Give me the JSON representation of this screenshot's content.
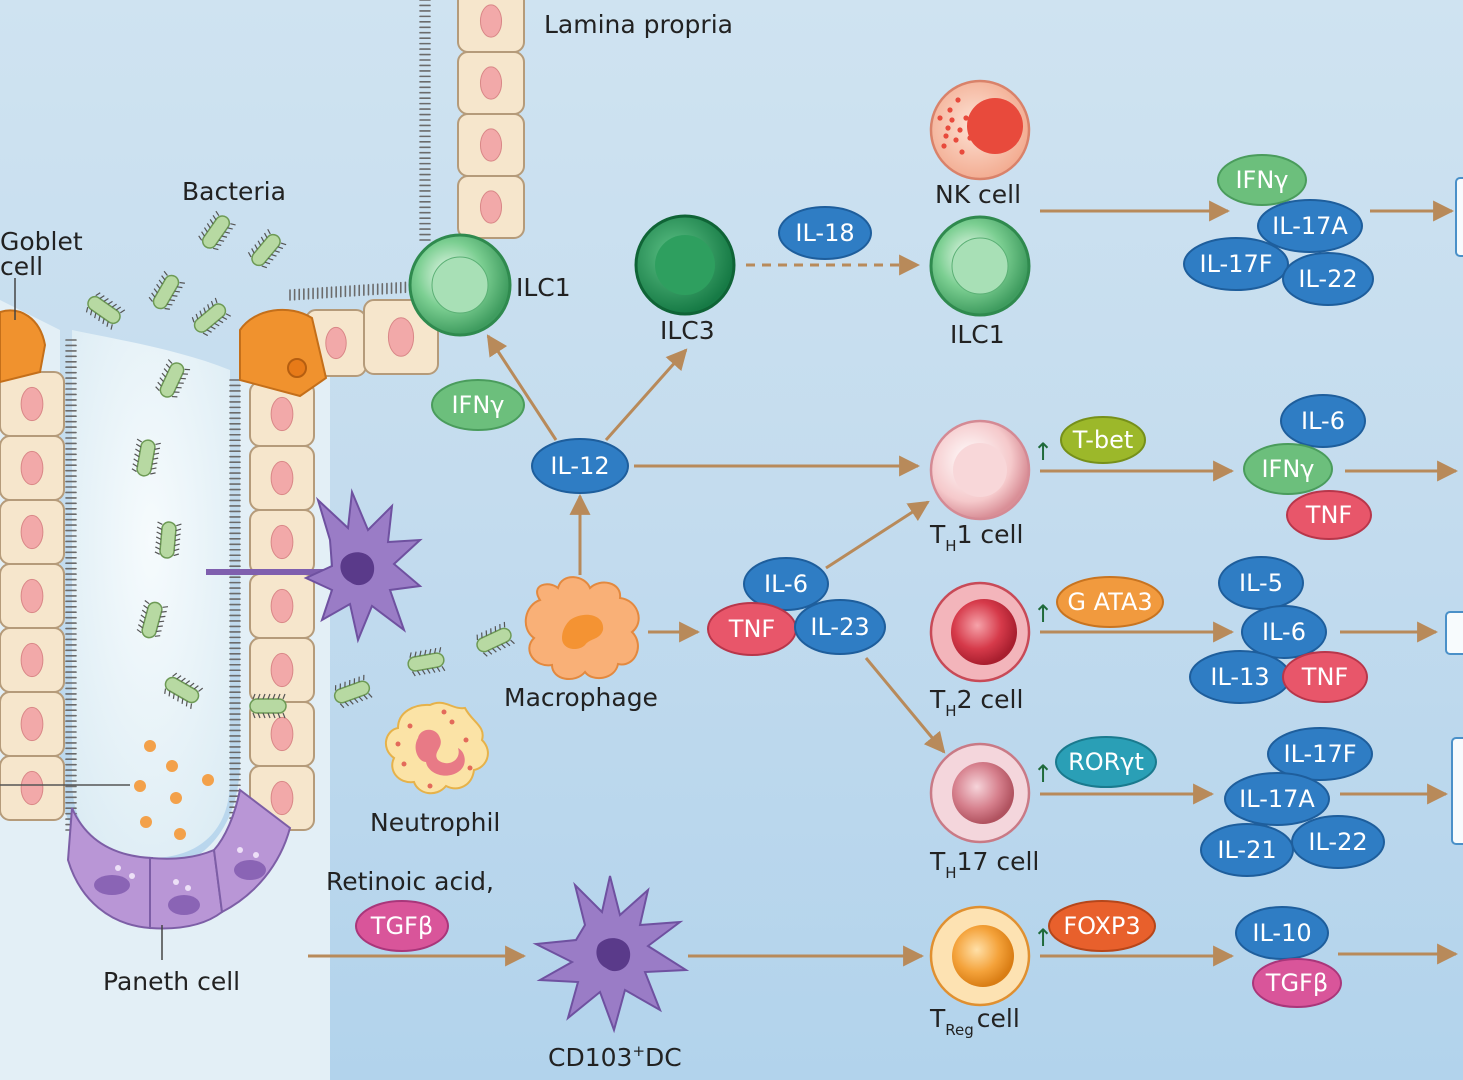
{
  "labels": {
    "lamina_propria": "Lamina propria",
    "bacteria": "Bacteria",
    "goblet_cell_line1": "Goblet",
    "goblet_cell_line2": "cell",
    "ilc1_top": "ILC1",
    "ilc3": "ILC3",
    "nk_cell": "NK cell",
    "ilc1_right": "ILC1",
    "macrophage": "Macrophage",
    "neutrophil": "Neutrophil",
    "retinoic_acid": "Retinoic acid,",
    "paneth_cell": "Paneth cell",
    "cd103_dc_pre": "CD103",
    "cd103_dc_sup": "+",
    "cd103_dc_post": "DC",
    "th1_T": "T",
    "th1_sub": "H",
    "th1_rest": "1 cell",
    "th2_T": "T",
    "th2_sub": "H",
    "th2_rest": "2 cell",
    "th17_T": "T",
    "th17_sub": "H",
    "th17_rest": "17 cell",
    "treg_T": "T",
    "treg_sub": "Reg",
    "treg_rest": "cell",
    "up_arrow": "↑"
  },
  "cytokines": {
    "il18": "IL-18",
    "ifng_left": "IFNγ",
    "il12": "IL-12",
    "il6_mid": "IL-6",
    "tnf_mid": "TNF",
    "il23": "IL-23",
    "tgfb_left": "TGFβ",
    "ifng_top": "IFNγ",
    "il17a_top": "IL-17A",
    "il17f_top": "IL-17F",
    "il22_top": "IL-22",
    "il6_th1": "IL-6",
    "ifng_th1": "IFNγ",
    "tnf_th1": "TNF",
    "il5_th2": "IL-5",
    "il6_th2": "IL-6",
    "il13_th2": "IL-13",
    "tnf_th2": "TNF",
    "il17f_th17": "IL-17F",
    "il17a_th17": "IL-17A",
    "il21_th17": "IL-21",
    "il22_th17": "IL-22",
    "il10_treg": "IL-10",
    "tgfb_treg": "TGFβ"
  },
  "transcription_factors": {
    "tbet": "T-bet",
    "gata3": "G ATA3",
    "roryt": "RORγt",
    "foxp3": "FOXP3"
  },
  "colors": {
    "blue": "#2f7dc4",
    "green": "#6cbf7c",
    "red": "#e8566a",
    "pink": "#d9559a",
    "olive": "#9cb82a",
    "orange": "#f19a3e",
    "teal": "#2a9fb6",
    "foxp3": "#e8602c",
    "arrow": "#b88a5a"
  }
}
